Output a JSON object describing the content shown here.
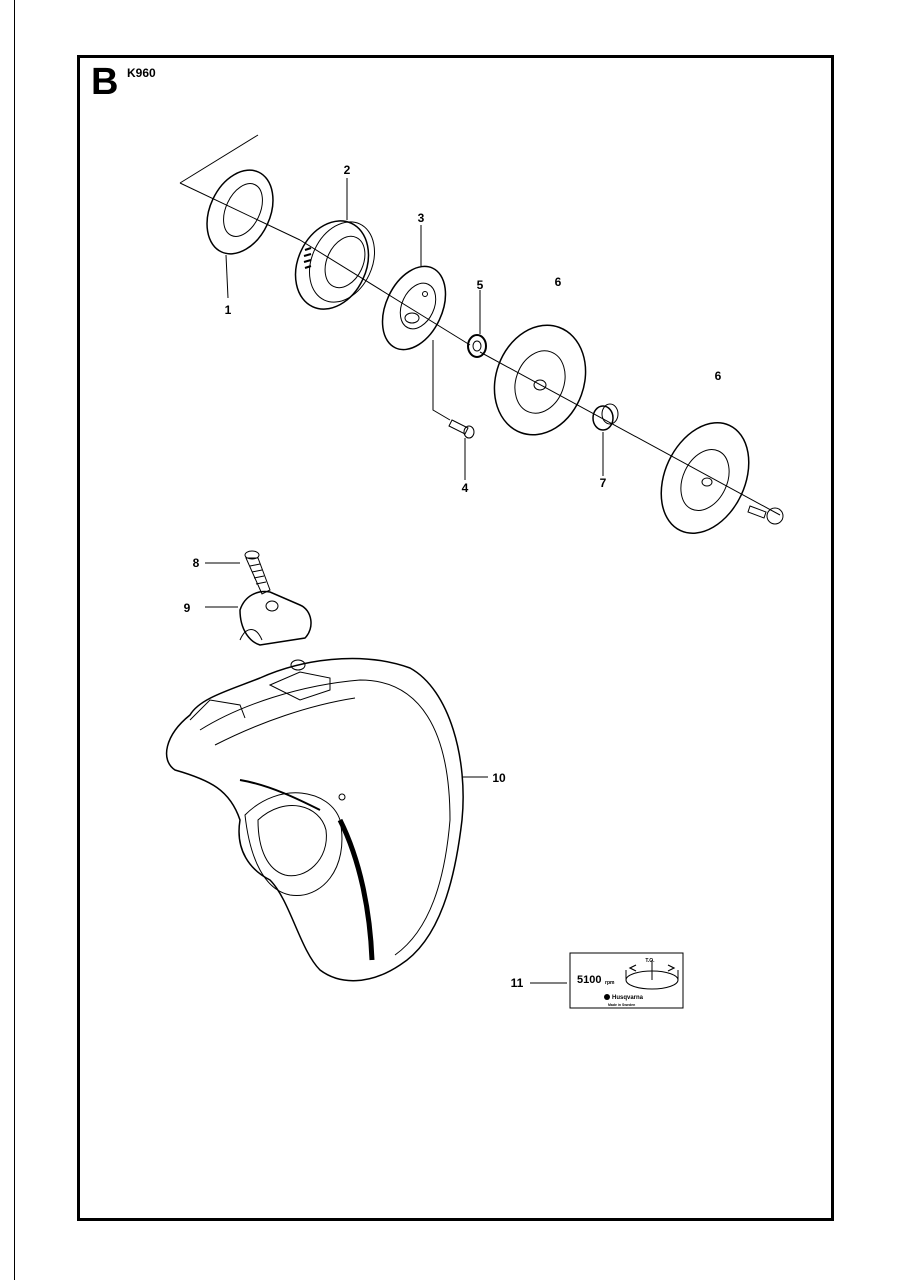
{
  "header": {
    "section_letter": "B",
    "model": "K960"
  },
  "callouts": {
    "c1": "1",
    "c2": "2",
    "c3": "3",
    "c4": "4",
    "c5": "5",
    "c6a": "6",
    "c6b": "6",
    "c7": "7",
    "c8": "8",
    "c9": "9",
    "c10": "10",
    "c11": "11"
  },
  "decal": {
    "rpm": "5100",
    "rpm_unit": "rpm",
    "brand": "Husqvarna",
    "subtext": "Made in Sweden",
    "top_label": "T.O."
  },
  "colors": {
    "ink": "#000000",
    "paper": "#ffffff"
  }
}
